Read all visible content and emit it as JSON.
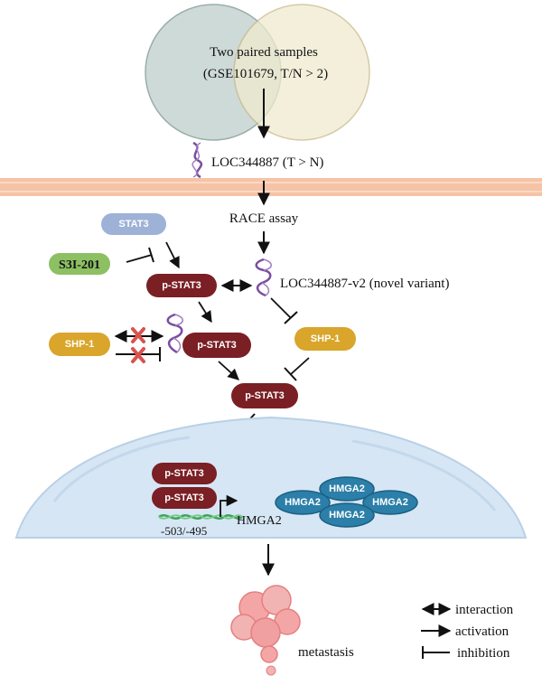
{
  "venn": {
    "line1": "Two paired samples",
    "line2": "(GSE101679, T/N > 2)",
    "colors": {
      "left": "#c9d7d3",
      "right": "#f0ead0"
    }
  },
  "loc_label": "LOC344887 (T > N)",
  "race_label": "RACE assay",
  "variant_label": "LOC344887-v2 (novel variant)",
  "nodes": {
    "stat3": "STAT3",
    "s3i201": "S3I-201",
    "pstat3": "p-STAT3",
    "shp1": "SHP-1",
    "hmga2": "HMGA2"
  },
  "promoter_label": "-503/-495",
  "gene_label": "HMGA2",
  "outcome_label": "metastasis",
  "legend": [
    {
      "icon": "double-arrow-icon",
      "label": "interaction"
    },
    {
      "icon": "arrow-icon",
      "label": "activation"
    },
    {
      "icon": "inhibition-icon",
      "label": "inhibition"
    }
  ],
  "colors": {
    "pstat3": "#7a1f24",
    "stat3": "#9db2d6",
    "s3i201": "#8dc063",
    "shp1": "#d9a52a",
    "hmga2": "#2b7fa8",
    "membrane": "#f6c3a6",
    "nucleus": "#d6e6f4",
    "rna": "#7b4ea0",
    "dna": "#3aa655",
    "block": "#d9534f"
  }
}
